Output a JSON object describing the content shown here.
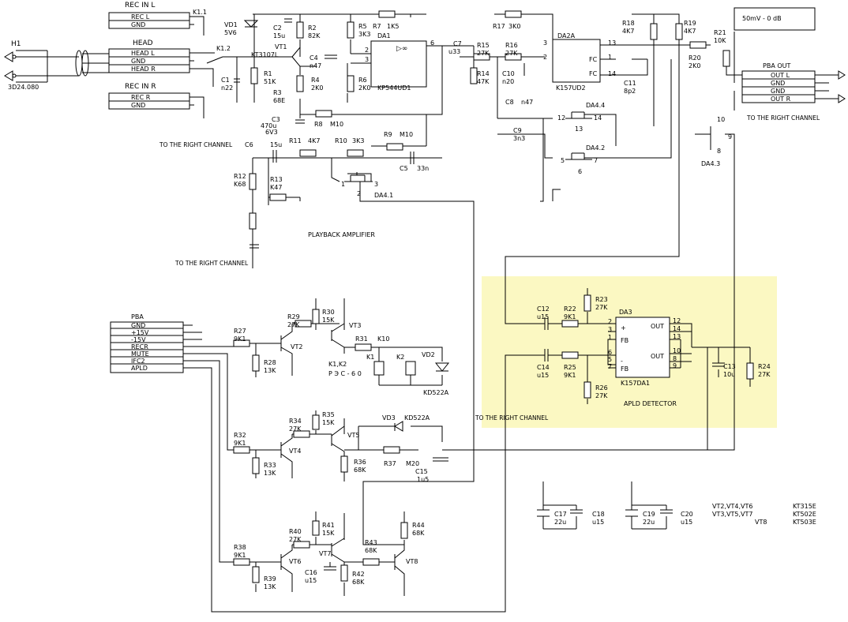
{
  "blocks": {
    "playback_amplifier": "PLAYBACK AMPLIFIER",
    "apld_detector": "APLD DETECTOR",
    "pba_out": "PBA OUT",
    "pba": "PBA",
    "head": "HEAD",
    "rec_in_l": "REC IN L",
    "rec_in_r": "REC IN R"
  },
  "colors": {
    "highlight": "#fbf8c2",
    "line": "#000000",
    "background": "#ffffff"
  },
  "notes": {
    "to_right_channel": "TO THE RIGHT CHANNEL",
    "level": "50mV - 0 dB",
    "h1_part": "3D24.080",
    "relay_type": "Р  Э С - 6 0",
    "relays": "K1,K2",
    "transistors_npn_list": "VT2,VT4,VT6",
    "transistors_pnp_list": "VT3,VT5,VT7",
    "transistor_vt8": "VT8",
    "type_kt315e": "KT315E",
    "type_kt502e": "KT502E",
    "type_kt503e": "KT503E"
  },
  "connectors": {
    "h1": "H1",
    "head": [
      "HEAD L",
      "GND",
      "HEAD R"
    ],
    "rec_l": [
      "REC L",
      "GND"
    ],
    "rec_r": [
      "REC R",
      "GND"
    ],
    "pba_out": [
      "OUT L",
      "GND",
      "GND",
      "OUT R"
    ],
    "pba": [
      "GND",
      "+15V",
      "-15V",
      "RECR",
      "MUTE",
      "IFC2",
      "APLD"
    ]
  },
  "components": {
    "R1": [
      "R1",
      "51K"
    ],
    "R2": [
      "R2",
      "82K"
    ],
    "R3": [
      "R3",
      "68E"
    ],
    "R4": [
      "R4",
      "2K0"
    ],
    "R5": [
      "R5",
      "3K3"
    ],
    "R6": [
      "R6",
      "2K0"
    ],
    "R7": [
      "R7",
      "1K5"
    ],
    "R8": [
      "R8",
      "M10"
    ],
    "R9": [
      "R9",
      "M10"
    ],
    "R10": [
      "R10",
      "3K3"
    ],
    "R11": [
      "R11",
      "4K7"
    ],
    "R12": [
      "R12",
      "K68"
    ],
    "R13": [
      "R13",
      "K47"
    ],
    "R14": [
      "R14",
      "47K"
    ],
    "R15": [
      "R15",
      "27K"
    ],
    "R16": [
      "R16",
      "27K"
    ],
    "R17": [
      "R17",
      "3K0"
    ],
    "R18": [
      "R18",
      "4K7"
    ],
    "R19": [
      "R19",
      "4K7"
    ],
    "R20": [
      "R20",
      "2K0"
    ],
    "R21": [
      "R21",
      "10K"
    ],
    "R22": [
      "R22",
      "9K1"
    ],
    "R23": [
      "R23",
      "27K"
    ],
    "R24": [
      "R24",
      "27K"
    ],
    "R25": [
      "R25",
      "9K1"
    ],
    "R26": [
      "R26",
      "27K"
    ],
    "R27": [
      "R27",
      "9K1"
    ],
    "R28": [
      "R28",
      "13K"
    ],
    "R29": [
      "R29",
      "27K"
    ],
    "R30": [
      "R30",
      "15K"
    ],
    "R31": [
      "R31",
      ""
    ],
    "R32": [
      "R32",
      "9K1"
    ],
    "R33": [
      "R33",
      "13K"
    ],
    "R34": [
      "R34",
      "27K"
    ],
    "R35": [
      "R35",
      "15K"
    ],
    "R36": [
      "R36",
      "68K"
    ],
    "R37": [
      "R37",
      "M20"
    ],
    "R38": [
      "R38",
      "9K1"
    ],
    "R39": [
      "R39",
      "13K"
    ],
    "R40": [
      "R40",
      "27K"
    ],
    "R41": [
      "R41",
      "15K"
    ],
    "R42": [
      "R42",
      "68K"
    ],
    "R43": [
      "R43",
      "68K"
    ],
    "R44": [
      "R44",
      "68K"
    ],
    "C1": [
      "C1",
      "n22"
    ],
    "C2": [
      "C2",
      "15u"
    ],
    "C3": [
      "C3",
      "470u",
      "6V3"
    ],
    "C4": [
      "C4",
      "n47"
    ],
    "C5": [
      "C5",
      "33n"
    ],
    "C6": [
      "C6",
      "15u"
    ],
    "C7": [
      "C7",
      "u33"
    ],
    "C8": [
      "C8",
      "n47"
    ],
    "C9": [
      "C9",
      "3n3"
    ],
    "C10": [
      "C10",
      "n20"
    ],
    "C11": [
      "C11",
      "8p2"
    ],
    "C12": [
      "C12",
      "u15"
    ],
    "C13": [
      "C13",
      "10u"
    ],
    "C14": [
      "C14",
      "u15"
    ],
    "C15": [
      "C15",
      "1u5"
    ],
    "C16": [
      "C16",
      "u15"
    ],
    "C17": [
      "C17",
      "22u"
    ],
    "C18": [
      "C18",
      "u15"
    ],
    "C19": [
      "C19",
      "22u"
    ],
    "C20": [
      "C20",
      "u15"
    ],
    "VD1": [
      "VD1",
      "5V6"
    ],
    "VD2": [
      "VD2",
      "KD522A"
    ],
    "VD3": [
      "VD3",
      "KD522A"
    ],
    "VT1": [
      "VT1",
      "KT3107L"
    ],
    "VT2": "VT2",
    "VT3": "VT3",
    "VT4": "VT4",
    "VT5": "VT5",
    "VT6": "VT6",
    "VT7": "VT7",
    "VT8": "VT8",
    "K1": "K1",
    "K2": "K2",
    "K10": "K10",
    "K11": "K1.1",
    "K12": "K1.2",
    "DA1": [
      "DA1",
      "KP544UD1"
    ],
    "DA2A": [
      "DA2A",
      "K157UD2"
    ],
    "DA3": [
      "DA3",
      "K157DA1"
    ],
    "DA41": "DA4.1",
    "DA42": "DA4.2",
    "DA43": "DA4.3",
    "DA44": "DA4.4"
  },
  "ic_pins": {
    "da1": [
      "2",
      "3",
      "6"
    ],
    "da2a": [
      "3",
      "2",
      "13",
      "1",
      "14"
    ],
    "da2a_fc": "FC",
    "da3_left": [
      "2",
      "3",
      "1",
      "6",
      "5",
      "7"
    ],
    "da3_right": [
      "12",
      "14",
      "13",
      "10",
      "8",
      "9"
    ],
    "da3_labels": [
      "+",
      "-",
      "FB",
      "OUT",
      "OUT"
    ],
    "da4": [
      "1",
      "2",
      "3",
      "12",
      "13",
      "14",
      "5",
      "6",
      "7",
      "10",
      "8",
      "9"
    ]
  }
}
